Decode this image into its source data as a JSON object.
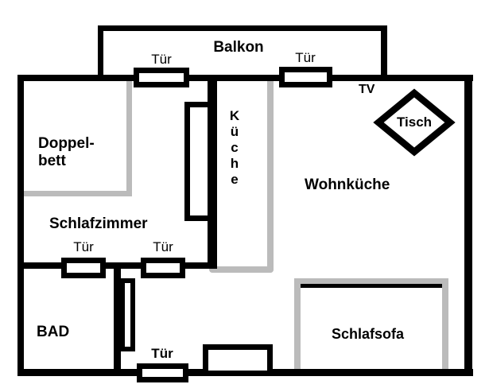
{
  "floorplan": {
    "rooms": {
      "balkon": "Balkon",
      "schlafzimmer": "Schlafzimmer",
      "bad": "BAD",
      "wohnkueche": "Wohnküche",
      "kueche": "Küche"
    },
    "furniture": {
      "doppelbett_line1": "Doppel-",
      "doppelbett_line2": "bett",
      "schlafsofa": "Schlafsofa",
      "tisch": "Tisch",
      "tv": "TV"
    },
    "doors": [
      {
        "location": "balcony-left",
        "label": "Tür"
      },
      {
        "location": "balcony-right",
        "label": "Tür"
      },
      {
        "location": "bathroom",
        "label": "Tür"
      },
      {
        "location": "hallway",
        "label": "Tür"
      },
      {
        "location": "entrance",
        "label": "Tür"
      }
    ],
    "colors": {
      "wall": "#000000",
      "furniture_gray": "#bbbbbb",
      "background": "#ffffff"
    }
  }
}
